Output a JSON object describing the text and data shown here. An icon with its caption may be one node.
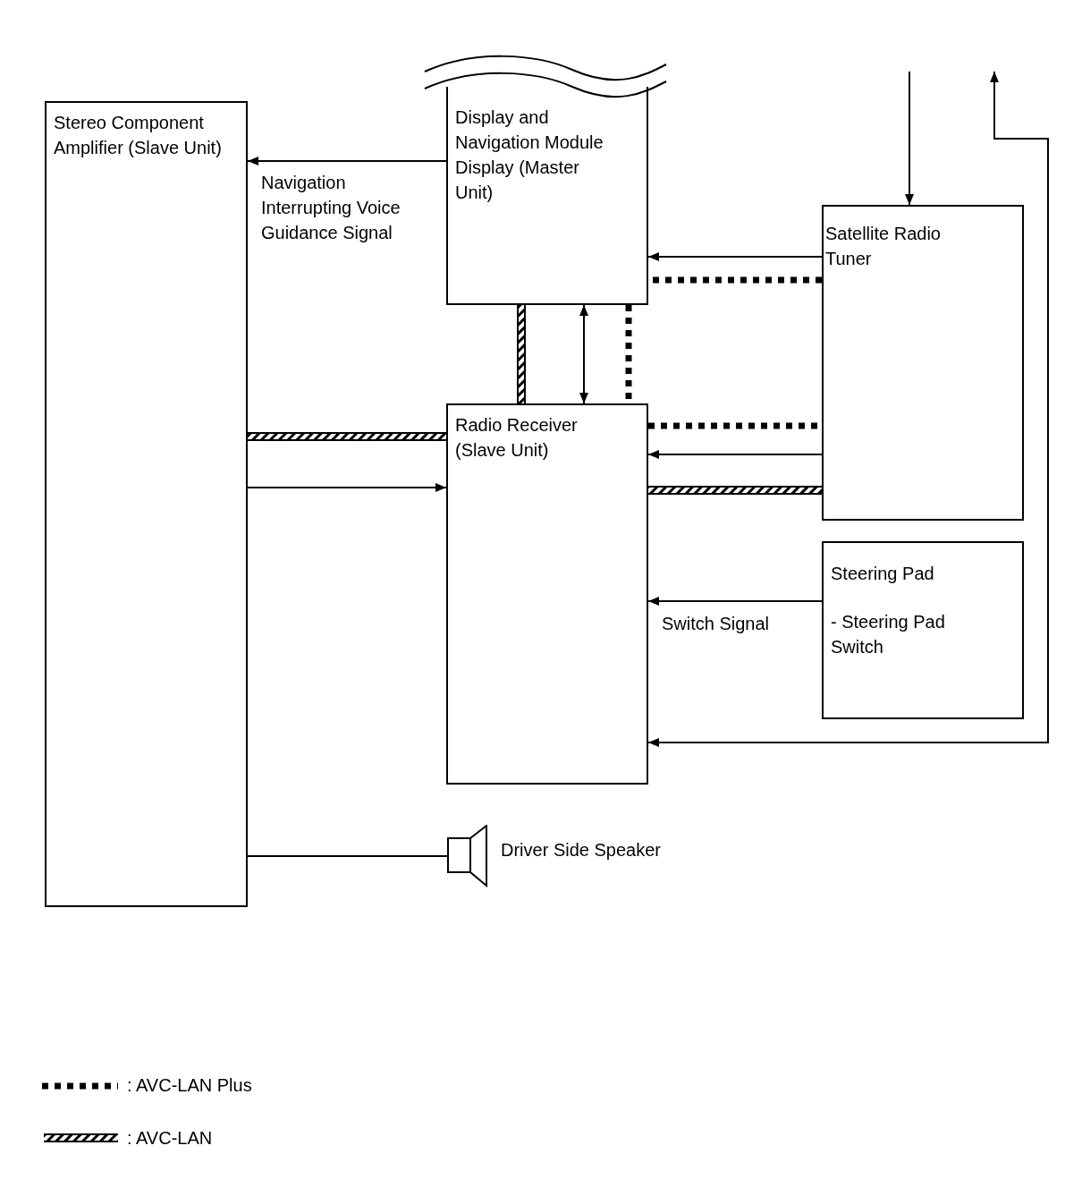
{
  "diagram": {
    "nodes": [
      {
        "text": [
          "Stereo Component Amplifier (Slave Unit)"
        ]
      },
      {
        "text": [
          "Display and Navigation Module Display (Master Unit)"
        ]
      },
      {
        "text": [
          "Satellite Radio Tuner"
        ]
      },
      {
        "text": [
          "Radio Receiver (Slave Unit)"
        ]
      },
      {
        "text": [
          "Steering Pad",
          "- Steering Pad Switch"
        ]
      },
      {
        "text": [],
        "shape": "speaker",
        "beside": [
          "Driver Side Speaker"
        ]
      }
    ],
    "edges": [
      {
        "from": 1,
        "to": 0,
        "arrow": "to",
        "label": "Navigation Interrupting Voice Guidance Signal"
      },
      {
        "from": 2,
        "to": 1,
        "arrow": "to"
      },
      {
        "from": 2,
        "to": 1,
        "arrow": "none",
        "style": "dashed"
      },
      {
        "from": 1,
        "to": 3,
        "arrow": "none",
        "style": "thick"
      },
      {
        "from": 1,
        "to": 3,
        "arrow": "both"
      },
      {
        "from": 1,
        "to": 3,
        "arrow": "none",
        "style": "dashed"
      },
      {
        "from": 0,
        "to": 3,
        "arrow": "none",
        "style": "thick"
      },
      {
        "from": 0,
        "to": 3,
        "arrow": "to"
      },
      {
        "from": 3,
        "to": 2,
        "arrow": "none",
        "style": "dashed"
      },
      {
        "from": 2,
        "to": 3,
        "arrow": "to"
      },
      {
        "from": 3,
        "to": 2,
        "arrow": "none",
        "style": "thick"
      },
      {
        "from": 4,
        "to": 3,
        "arrow": "to",
        "label": "Switch Signal"
      },
      {
        "from": null,
        "to": 2,
        "arrow": "to"
      },
      {
        "from": 3,
        "to": null,
        "arrow": "both"
      },
      {
        "from": 0,
        "to": 5,
        "arrow": "none"
      }
    ],
    "legend": [
      {
        "text": ": AVC-LAN Plus"
      },
      {
        "text": ": AVC-LAN"
      }
    ]
  }
}
